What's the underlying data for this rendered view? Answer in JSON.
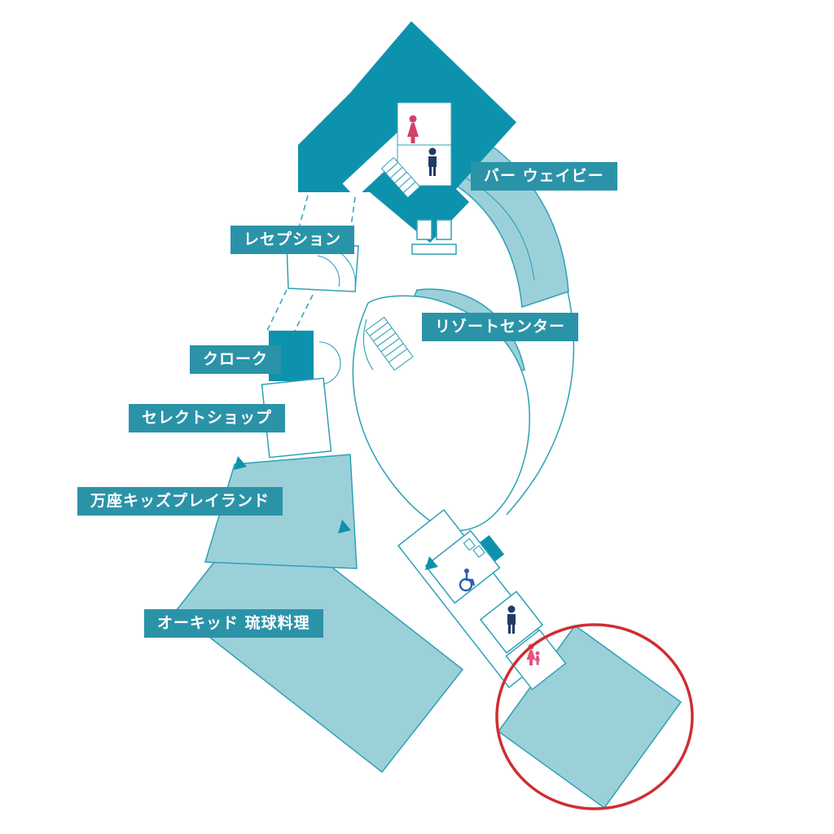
{
  "colors": {
    "background": "#ffffff",
    "teal-dark": "#0d92ae",
    "teal-light": "#9bd0d9",
    "teal-outline": "#2ea0b6",
    "label-bg": "#2b93a8",
    "label-text": "#ffffff",
    "highlight-red": "#cf2e31",
    "icon-female": "#d4406a",
    "icon-male": "#233a66",
    "icon-wheelchair": "#2a5da8",
    "icon-nursing": "#e0557e"
  },
  "map": {
    "labels": [
      {
        "id": "bar-wavy",
        "text": "バー ウェイビー"
      },
      {
        "id": "reception",
        "text": "レセプション"
      },
      {
        "id": "resort-center",
        "text": "リゾートセンター"
      },
      {
        "id": "cloak",
        "text": "クローク"
      },
      {
        "id": "select-shop",
        "text": "セレクトショップ"
      },
      {
        "id": "kids-playland",
        "text": "万座キッズプレイランド"
      },
      {
        "id": "orchid",
        "text": "オーキッド 琉球料理"
      }
    ],
    "icons": [
      "female-restroom-icon",
      "male-restroom-icon",
      "stairs-icon",
      "lobby-furniture-icon",
      "wheelchair-accessible-icon",
      "nursing-room-icon",
      "entrance-arrow-icon"
    ],
    "highlight": {
      "shape": "ellipse",
      "color": "#cf2e31"
    }
  }
}
